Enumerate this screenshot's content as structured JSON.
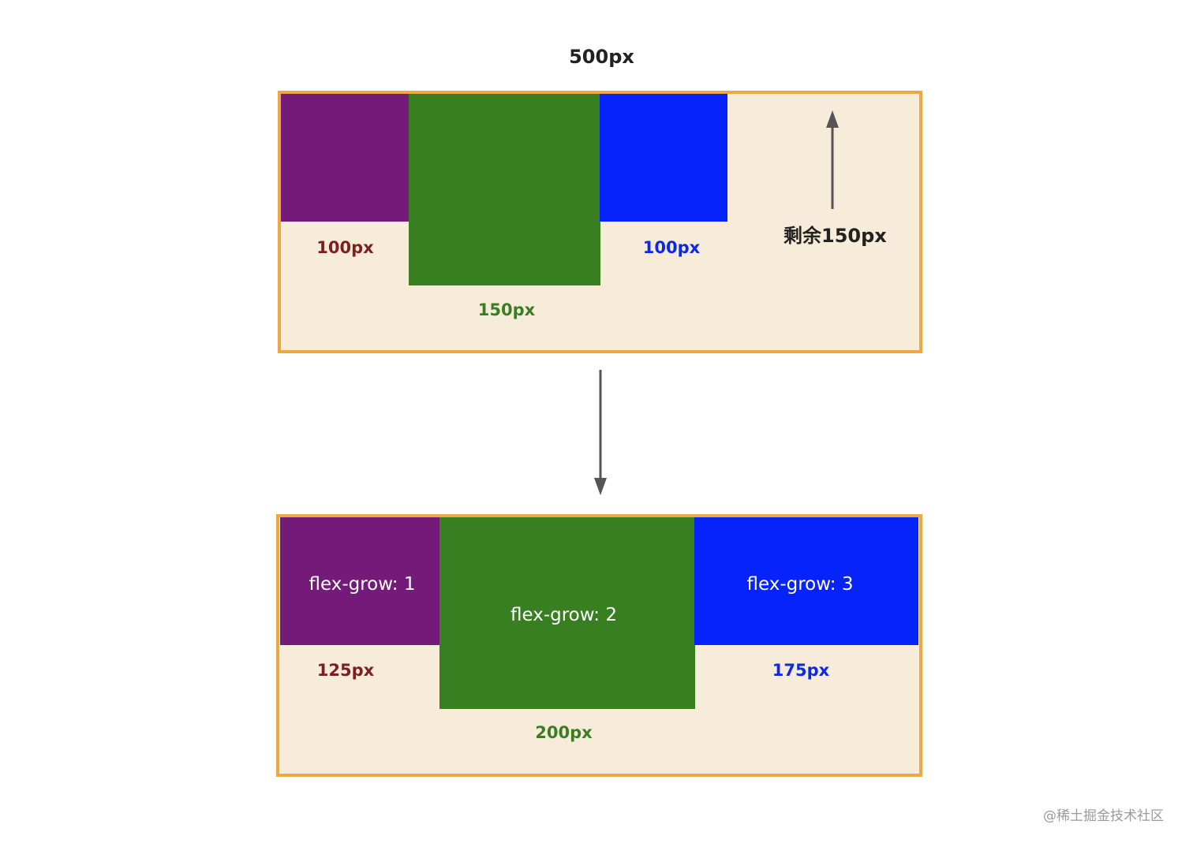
{
  "title": "500px",
  "before": {
    "items": [
      {
        "size": "100px",
        "color": "#741a79",
        "label_color": "#7d1f1f"
      },
      {
        "size": "150px",
        "color": "#387f22",
        "label_color": "#3a7d25"
      },
      {
        "size": "100px",
        "color": "#0623fb",
        "label_color": "#0a2ae6"
      }
    ],
    "remaining": "剩余150px"
  },
  "after": {
    "items": [
      {
        "label": "flex-grow: 1",
        "size": "125px",
        "color": "#741a79",
        "label_color": "#7d1f1f"
      },
      {
        "label": "flex-grow: 2",
        "size": "200px",
        "color": "#387f22",
        "label_color": "#3a7d25"
      },
      {
        "label": "flex-grow: 3",
        "size": "175px",
        "color": "#0623fb",
        "label_color": "#0a2ae6"
      }
    ]
  },
  "watermark": "@稀土掘金技术社区"
}
